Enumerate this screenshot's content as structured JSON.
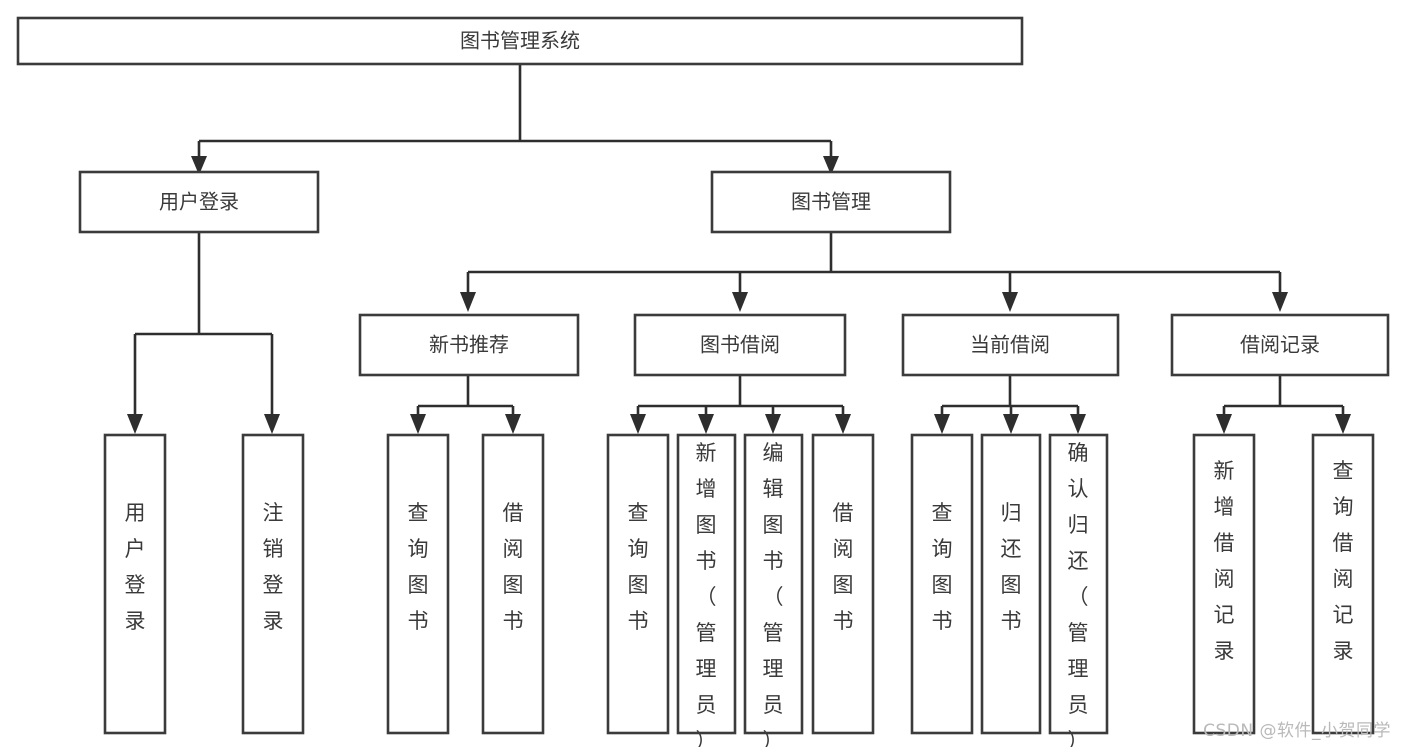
{
  "diagram": {
    "type": "tree",
    "title": "图书管理系统",
    "orientation": "top-down",
    "colors": {
      "background": "#ffffff",
      "box_fill": "#ffffff",
      "box_stroke": "#3b3b3b",
      "connector": "#2e2e2e",
      "text": "#3a3a3a",
      "watermark": "#b9b9b9"
    }
  },
  "watermark": {
    "text": "CSDN @软件_小贺同学"
  },
  "nodes": {
    "root": {
      "label": "图书管理系统"
    },
    "level1": [
      {
        "label": "用户登录"
      },
      {
        "label": "图书管理"
      }
    ],
    "level2": [
      {
        "label": "新书推荐"
      },
      {
        "label": "图书借阅"
      },
      {
        "label": "当前借阅"
      },
      {
        "label": "借阅记录"
      }
    ],
    "leaves": {
      "user_login": [
        {
          "label": "用户登录"
        },
        {
          "label": "注销登录"
        }
      ],
      "new_book_recommend": [
        {
          "label": "查询图书"
        },
        {
          "label": "借阅图书"
        }
      ],
      "book_borrow": [
        {
          "label": "查询图书"
        },
        {
          "label": "新增图书（管理员）"
        },
        {
          "label": "编辑图书（管理员）"
        },
        {
          "label": "借阅图书"
        }
      ],
      "current_borrow": [
        {
          "label": "查询图书"
        },
        {
          "label": "归还图书"
        },
        {
          "label": "确认归还（管理员）"
        }
      ],
      "borrow_record": [
        {
          "label": "新增借阅记录"
        },
        {
          "label": "查询借阅记录"
        }
      ]
    }
  },
  "chart_data": {
    "type": "table",
    "title": "图书管理系统",
    "hierarchy": [
      {
        "name": "图书管理系统",
        "children": [
          {
            "name": "用户登录",
            "children": [
              {
                "name": "用户登录"
              },
              {
                "name": "注销登录"
              }
            ]
          },
          {
            "name": "图书管理",
            "children": [
              {
                "name": "新书推荐",
                "children": [
                  {
                    "name": "查询图书"
                  },
                  {
                    "name": "借阅图书"
                  }
                ]
              },
              {
                "name": "图书借阅",
                "children": [
                  {
                    "name": "查询图书"
                  },
                  {
                    "name": "新增图书（管理员）"
                  },
                  {
                    "name": "编辑图书（管理员）"
                  },
                  {
                    "name": "借阅图书"
                  }
                ]
              },
              {
                "name": "当前借阅",
                "children": [
                  {
                    "name": "查询图书"
                  },
                  {
                    "name": "归还图书"
                  },
                  {
                    "name": "确认归还（管理员）"
                  }
                ]
              },
              {
                "name": "借阅记录",
                "children": [
                  {
                    "name": "新增借阅记录"
                  },
                  {
                    "name": "查询借阅记录"
                  }
                ]
              }
            ]
          }
        ]
      }
    ]
  }
}
